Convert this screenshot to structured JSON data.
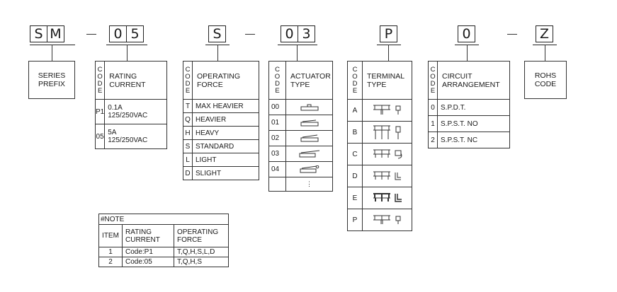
{
  "code_fields": [
    {
      "chars": [
        "S",
        "M"
      ]
    },
    {
      "chars": [
        "0",
        "5"
      ]
    },
    {
      "chars": [
        "S"
      ]
    },
    {
      "chars": [
        "0",
        "3"
      ]
    },
    {
      "chars": [
        "P"
      ]
    },
    {
      "chars": [
        "0"
      ]
    },
    {
      "chars": [
        "Z"
      ]
    }
  ],
  "code_vertical": [
    "C",
    "O",
    "D",
    "E"
  ],
  "series_prefix": {
    "label_line1": "SERIES",
    "label_line2": "PREFIX"
  },
  "rating_current": {
    "header_line1": "RATING",
    "header_line2": "CURRENT",
    "rows": [
      {
        "code": "P1",
        "line1": "0.1A",
        "line2": "125/250VAC"
      },
      {
        "code": "05",
        "line1": "5A",
        "line2": "125/250VAC"
      }
    ]
  },
  "operating_force": {
    "header_line1": "OPERATING",
    "header_line2": "FORCE",
    "rows": [
      {
        "code": "T",
        "value": "MAX HEAVIER"
      },
      {
        "code": "Q",
        "value": "HEAVIER"
      },
      {
        "code": "H",
        "value": "HEAVY"
      },
      {
        "code": "S",
        "value": "STANDARD"
      },
      {
        "code": "L",
        "value": "LIGHT"
      },
      {
        "code": "D",
        "value": "SLIGHT"
      }
    ]
  },
  "actuator_type": {
    "header_line1": "ACTUATOR",
    "header_line2": "TYPE",
    "rows": [
      {
        "code": "00",
        "icon": "actuator-pin-icon"
      },
      {
        "code": "01",
        "icon": "actuator-short-lever-icon"
      },
      {
        "code": "02",
        "icon": "actuator-lever-icon"
      },
      {
        "code": "03",
        "icon": "actuator-long-lever-icon"
      },
      {
        "code": "04",
        "icon": "actuator-roller-lever-icon"
      }
    ],
    "more": "⋮"
  },
  "terminal_type": {
    "header_line1": "TERMINAL",
    "header_line2": "TYPE",
    "rows": [
      {
        "code": "A",
        "icon": "terminal-solder-icon"
      },
      {
        "code": "B",
        "icon": "terminal-pcb-long-icon"
      },
      {
        "code": "C",
        "icon": "terminal-right-angle-icon"
      },
      {
        "code": "D",
        "icon": "terminal-left-angle-icon"
      },
      {
        "code": "E",
        "icon": "terminal-quick-connect-icon"
      },
      {
        "code": "P",
        "icon": "terminal-pcb-icon"
      }
    ]
  },
  "circuit_arrangement": {
    "header_line1": "CIRCUIT",
    "header_line2": "ARRANGEMENT",
    "rows": [
      {
        "code": "0",
        "value": "S.P.D.T."
      },
      {
        "code": "1",
        "value": "S.P.S.T. NO"
      },
      {
        "code": "2",
        "value": "S.P.S.T. NC"
      }
    ]
  },
  "rohs": {
    "label_line1": "ROHS",
    "label_line2": "CODE"
  },
  "note": {
    "title": "#NOTE",
    "headers": {
      "item": "ITEM",
      "rating_line1": "RATING",
      "rating_line2": "CURRENT",
      "force_line1": "OPERATING",
      "force_line2": "FORCE"
    },
    "rows": [
      {
        "item": "1",
        "code": "Code:P1",
        "force": "T,Q,H,S,L,D"
      },
      {
        "item": "2",
        "code": "Code:05",
        "force": "T,Q,H,S"
      }
    ]
  }
}
